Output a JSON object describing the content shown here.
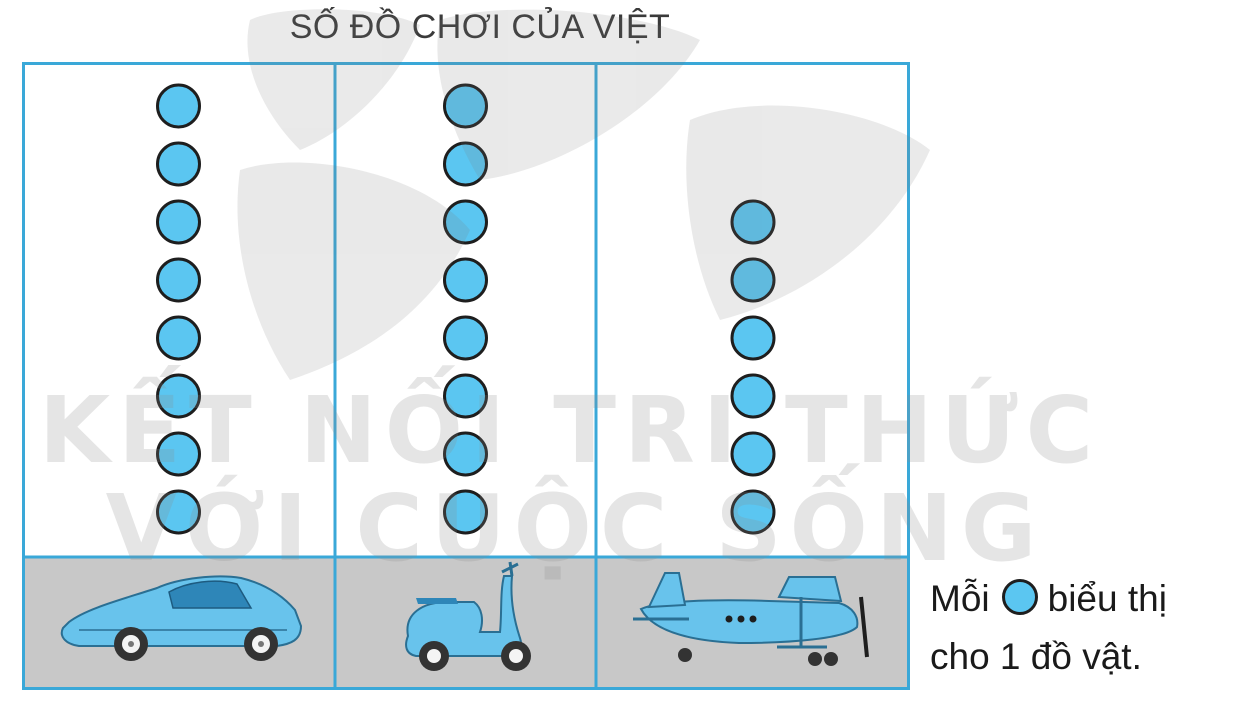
{
  "title": "SỐ ĐỒ CHƠI CỦA VIỆT",
  "chart_data": {
    "type": "pictograph",
    "title": "SỐ ĐỒ CHƠI CỦA VIỆT",
    "categories": [
      "car-icon",
      "scooter-icon",
      "airplane-icon"
    ],
    "values": [
      8,
      8,
      6
    ],
    "symbol": "blue-circle",
    "symbol_value": 1
  },
  "legend": {
    "part1": "Mỗi",
    "part2": "biểu thị",
    "part3": "cho 1 đồ vật."
  },
  "watermark": {
    "line1": "KẾT NỐI TRI THỨC",
    "line2": "VỚI CUỘC SỐNG"
  },
  "colors": {
    "grid": "#3aa8d8",
    "circle_fill": "#5bc6f1",
    "circle_stroke": "#1e1e1e",
    "icon_panel": "#c8c8c8",
    "vehicle_blue": "#68c3ec"
  }
}
